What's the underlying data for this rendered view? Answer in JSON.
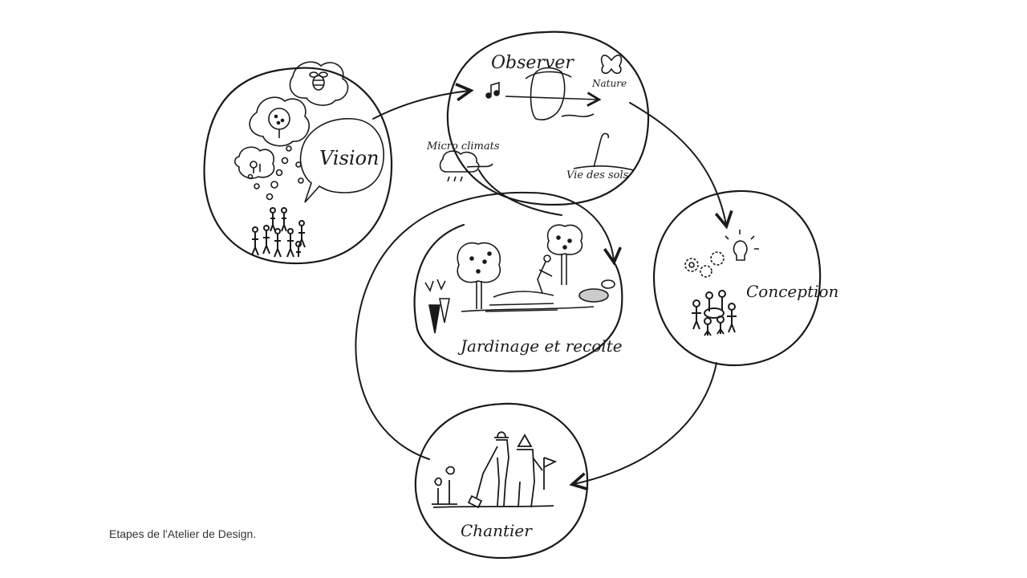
{
  "stages": {
    "vision": "Vision",
    "observer": "Observer",
    "conception": "Conception",
    "jardinage": "Jardinage et recolte",
    "chantier": "Chantier"
  },
  "observer_notes": {
    "nature": "Nature",
    "vie_des_sols": "Vie des sols",
    "micro_climats": "Micro climats"
  },
  "caption": "Etapes de l'Atelier de Design."
}
